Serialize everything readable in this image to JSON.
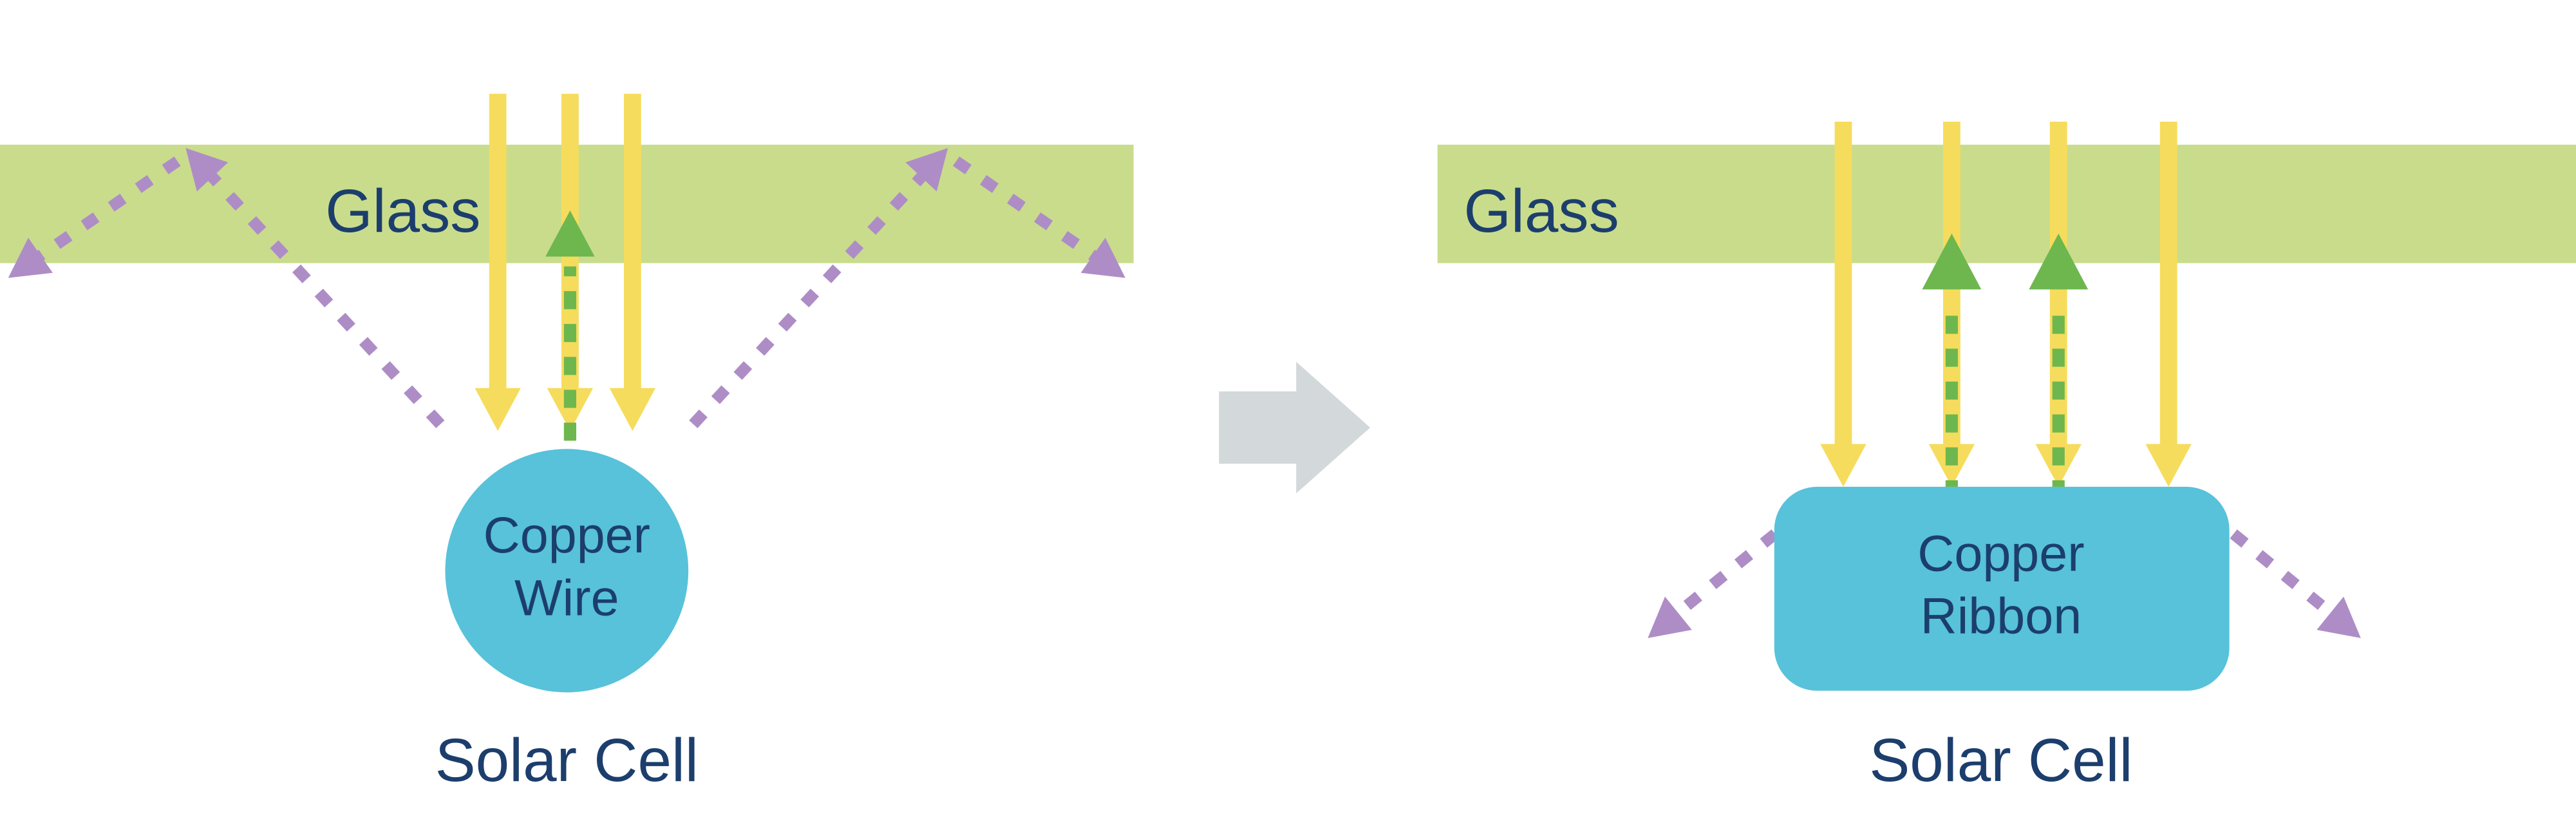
{
  "left_panel": {
    "glass_label": "Glass",
    "component_label_line1": "Copper",
    "component_label_line2": "Wire",
    "solar_cell_label": "Solar Cell"
  },
  "right_panel": {
    "glass_label": "Glass",
    "component_label_line1": "Copper",
    "component_label_line2": "Ribbon",
    "solar_cell_label": "Solar Cell"
  },
  "colors": {
    "glass_green": "#c9dc8c",
    "light_yellow": "#f6dc5c",
    "reflected_green": "#6eb74e",
    "scattered_purple": "#ae8dc6",
    "component_blue": "#57c2da",
    "label_navy": "#1c3e6d",
    "transition_arrow_gray": "#d3d8da"
  }
}
